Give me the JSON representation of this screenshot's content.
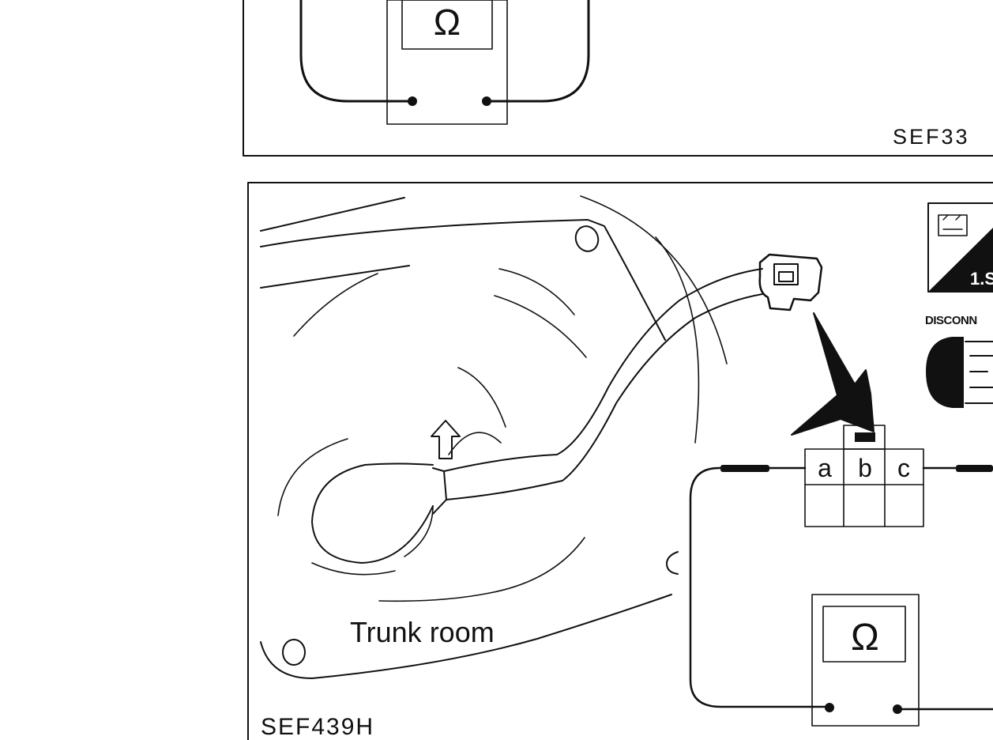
{
  "top_panel": {
    "meter_symbol": "Ω",
    "figure_code": "SEF33"
  },
  "bottom_panel": {
    "location_label": "Trunk room",
    "figure_code": "SEF439H",
    "terminals": [
      "a",
      "b",
      "c"
    ],
    "meter_symbol": "Ω",
    "side_badge": {
      "text_partial": "1.S",
      "disconnect_label": "DISCONN"
    }
  },
  "icons": [
    "ohmmeter-icon",
    "connector-icon",
    "arrow-down-icon",
    "arrow-up-icon",
    "disconnect-connector-icon"
  ]
}
